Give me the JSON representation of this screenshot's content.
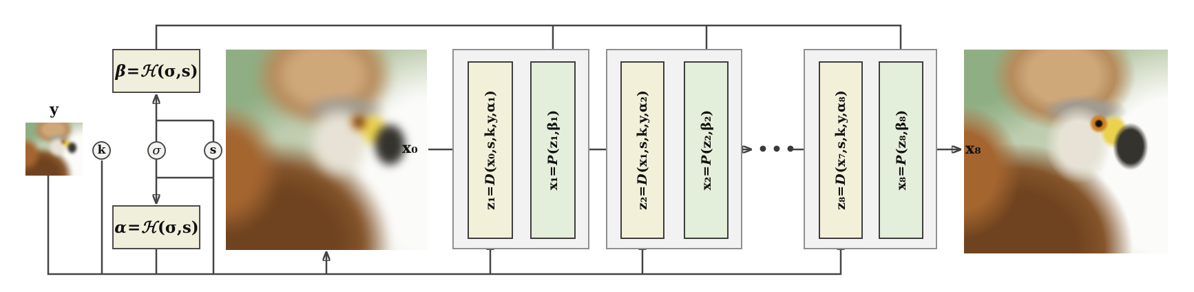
{
  "figure": {
    "input_label": "y",
    "x0_label": "x₀",
    "x8_label": "x₈",
    "nodes": {
      "k": "k",
      "sigma": "σ",
      "s": "s"
    },
    "beta_module": {
      "lhs": "β",
      "eq": "=",
      "fn": "ℋ",
      "args": "(σ,s)"
    },
    "alpha_module": {
      "lhs": "α",
      "eq": "=",
      "fn": "ℋ",
      "args": "(σ,s)"
    },
    "stages": [
      {
        "data_module": {
          "lhs": "z₁",
          "eq": "=",
          "fn": "D",
          "args": "(x₀,s,k,y,α₁)"
        },
        "prior_module": {
          "lhs": "x₁",
          "eq": "=",
          "fn": "P",
          "args": "(z₁,β₁)"
        }
      },
      {
        "data_module": {
          "lhs": "z₂",
          "eq": "=",
          "fn": "D",
          "args": "(x₁,s,k,y,α₂)"
        },
        "prior_module": {
          "lhs": "x₂",
          "eq": "=",
          "fn": "P",
          "args": "(z₂,β₂)"
        }
      },
      {
        "data_module": {
          "lhs": "z₈",
          "eq": "=",
          "fn": "D",
          "args": "(x₇,s,k,y,α₈)"
        },
        "prior_module": {
          "lhs": "x₈",
          "eq": "=",
          "fn": "P",
          "args": "(z₈,β₈)"
        }
      }
    ],
    "ellipsis": "•••",
    "colors": {
      "data_fill": "#f3f0da",
      "prior_fill": "#e4efdb",
      "param_fill": "#f0efdb",
      "stage_fill": "#f2f2f3",
      "line": "#444444"
    }
  }
}
